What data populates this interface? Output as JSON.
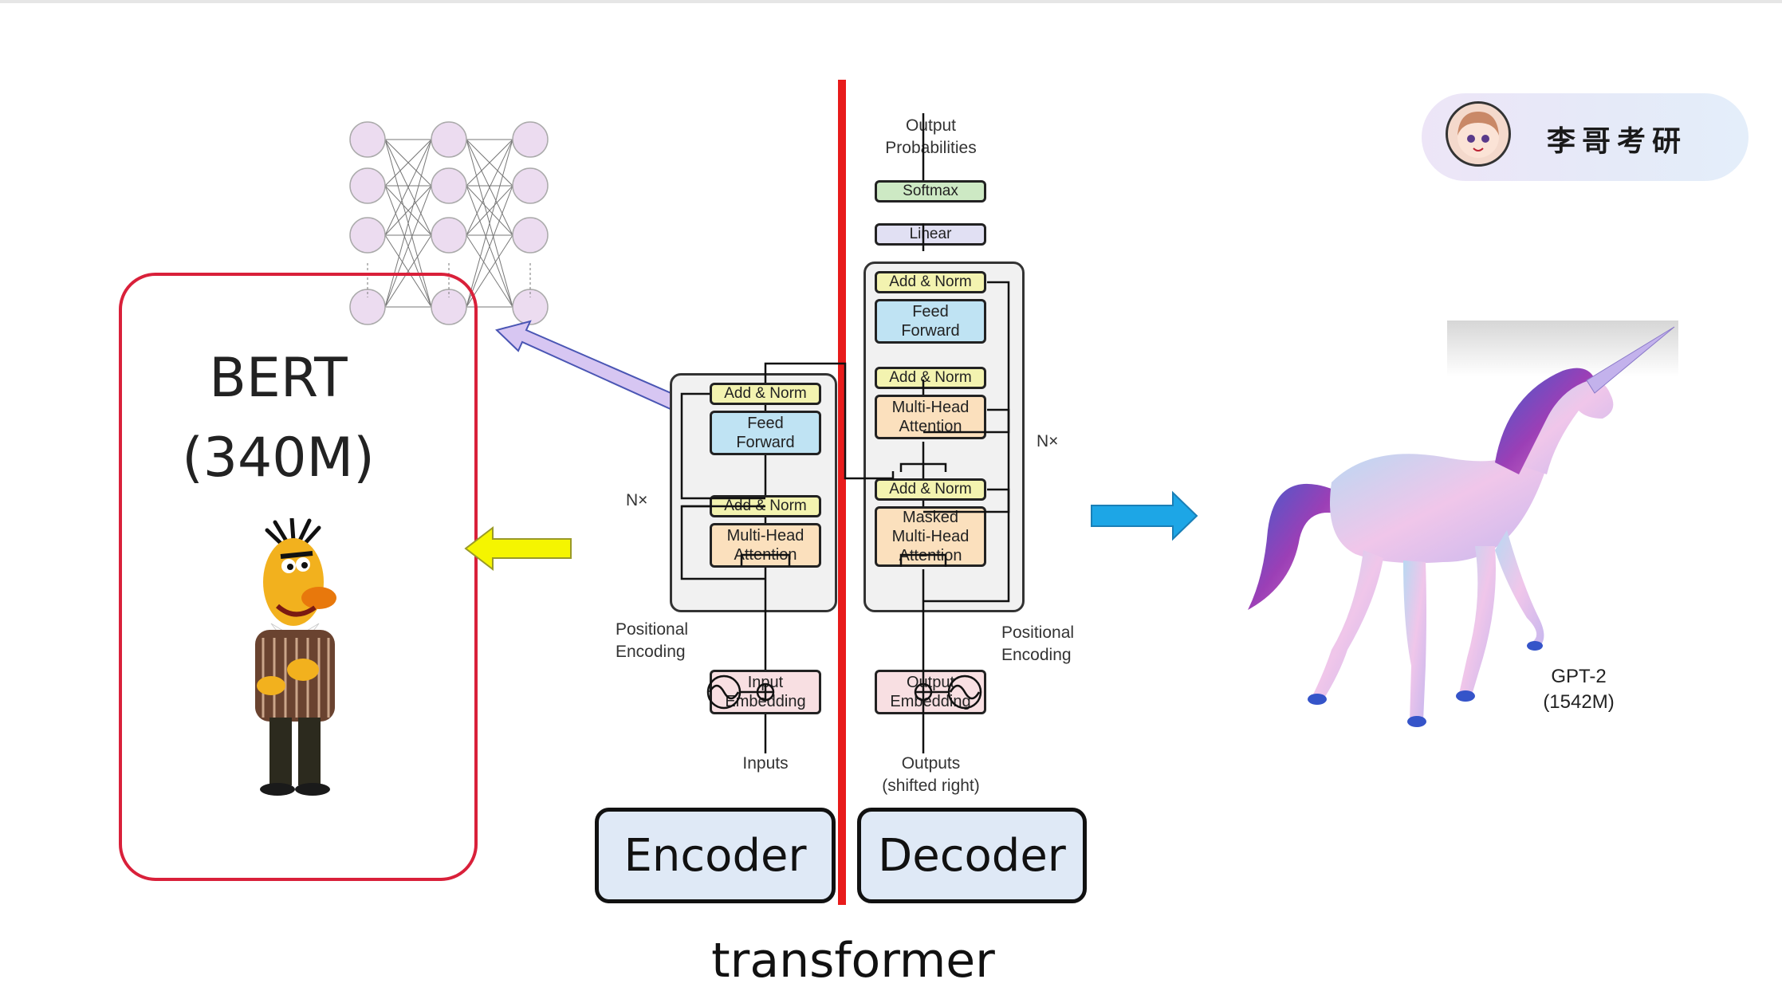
{
  "slide": {
    "caption": "transformer",
    "badge": {
      "text": "李哥考研"
    },
    "bert": {
      "title_line1": "BERT",
      "title_line2": "(340M)"
    },
    "gpt2": {
      "line1": "GPT-2",
      "line2": "(1542M)"
    },
    "encoder_label": "Encoder",
    "decoder_label": "Decoder"
  },
  "transformer": {
    "encoder": {
      "add_norm": "Add & Norm",
      "feed_forward_1": "Feed",
      "feed_forward_2": "Forward",
      "mha_1": "Multi-Head",
      "mha_2": "Attention",
      "nx": "N×",
      "pos_enc_1": "Positional",
      "pos_enc_2": "Encoding",
      "emb_1": "Input",
      "emb_2": "Embedding",
      "inputs": "Inputs"
    },
    "decoder": {
      "output_prob_1": "Output",
      "output_prob_2": "Probabilities",
      "softmax": "Softmax",
      "linear": "Linear",
      "add_norm": "Add & Norm",
      "feed_forward_1": "Feed",
      "feed_forward_2": "Forward",
      "mha_1": "Multi-Head",
      "mha_2": "Attention",
      "masked_1": "Masked",
      "masked_2": "Multi-Head",
      "masked_3": "Attention",
      "nx": "N×",
      "pos_enc_1": "Positional",
      "pos_enc_2": "Encoding",
      "emb_1": "Output",
      "emb_2": "Embedding",
      "outputs_1": "Outputs",
      "outputs_2": "(shifted right)"
    }
  },
  "colors": {
    "divider": "#e81b1b",
    "bert_frame": "#d9203a",
    "yellow_arrow": "#f5f500",
    "blue_arrow": "#1da6e6",
    "purple_arrow": "#d7c6f2"
  },
  "icons": [
    "neural-network-diagram",
    "bert-puppet-illustration",
    "unicorn-illustration",
    "avatar-icon"
  ]
}
